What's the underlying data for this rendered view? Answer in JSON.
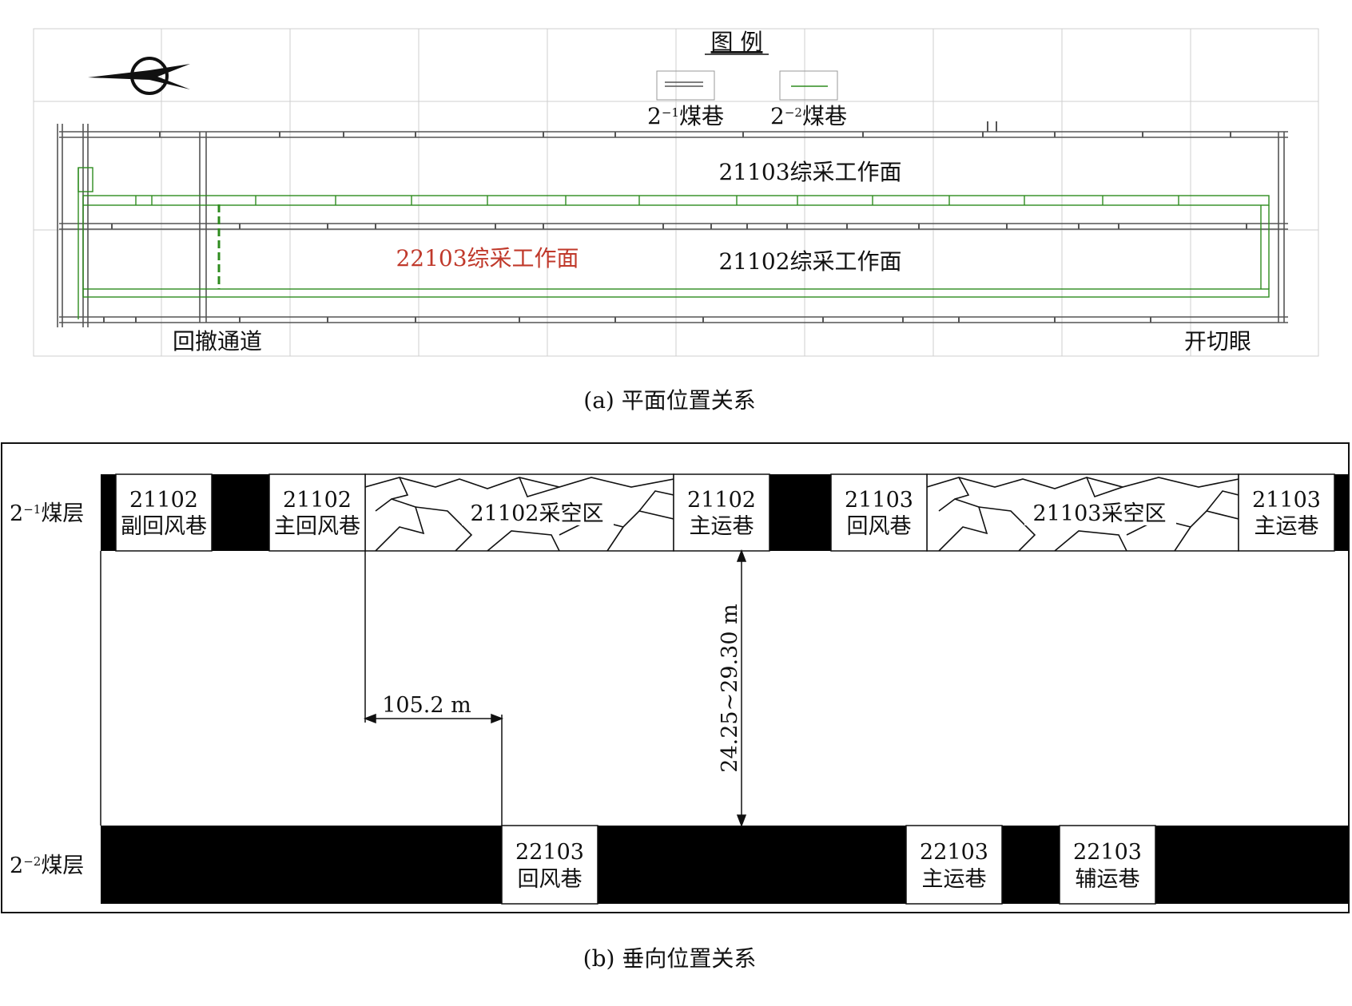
{
  "panel_a": {
    "legend_title": "图 例",
    "legend": [
      {
        "label_base": "2",
        "label_sup": "−1",
        "label_tail": "煤巷"
      },
      {
        "label_base": "2",
        "label_sup": "−2",
        "label_tail": "煤巷"
      }
    ],
    "faces": {
      "f21103": "21103综采工作面",
      "f21102": "21102综采工作面",
      "f22103": "22103综采工作面"
    },
    "retreat_channel": "回撤通道",
    "open_cut": "开切眼",
    "caption": "(a) 平面位置关系",
    "colors": {
      "seam21": "#555555",
      "seam22": "#2e8b1e",
      "highlight": "#c0392b"
    }
  },
  "panel_b": {
    "seam21_label": {
      "base": "2",
      "sup": "−1",
      "tail": "煤层"
    },
    "seam22_label": {
      "base": "2",
      "sup": "−2",
      "tail": "煤层"
    },
    "upper_boxes": [
      {
        "line1": "21102",
        "line2": "副回风巷"
      },
      {
        "line1": "21102",
        "line2": "主回风巷"
      },
      {
        "line1": "21102",
        "line2": "主运巷"
      },
      {
        "line1": "21103",
        "line2": "回风巷"
      },
      {
        "line1": "21103",
        "line2": "主运巷"
      }
    ],
    "goafs": [
      "21102采空区",
      "21103采空区"
    ],
    "lower_boxes": [
      {
        "line1": "22103",
        "line2": "回风巷"
      },
      {
        "line1": "22103",
        "line2": "主运巷"
      },
      {
        "line1": "22103",
        "line2": "辅运巷"
      }
    ],
    "horizontal_dimension": "105.2 m",
    "vertical_dimension": "24.25~29.30 m",
    "caption": "(b) 垂向位置关系"
  }
}
